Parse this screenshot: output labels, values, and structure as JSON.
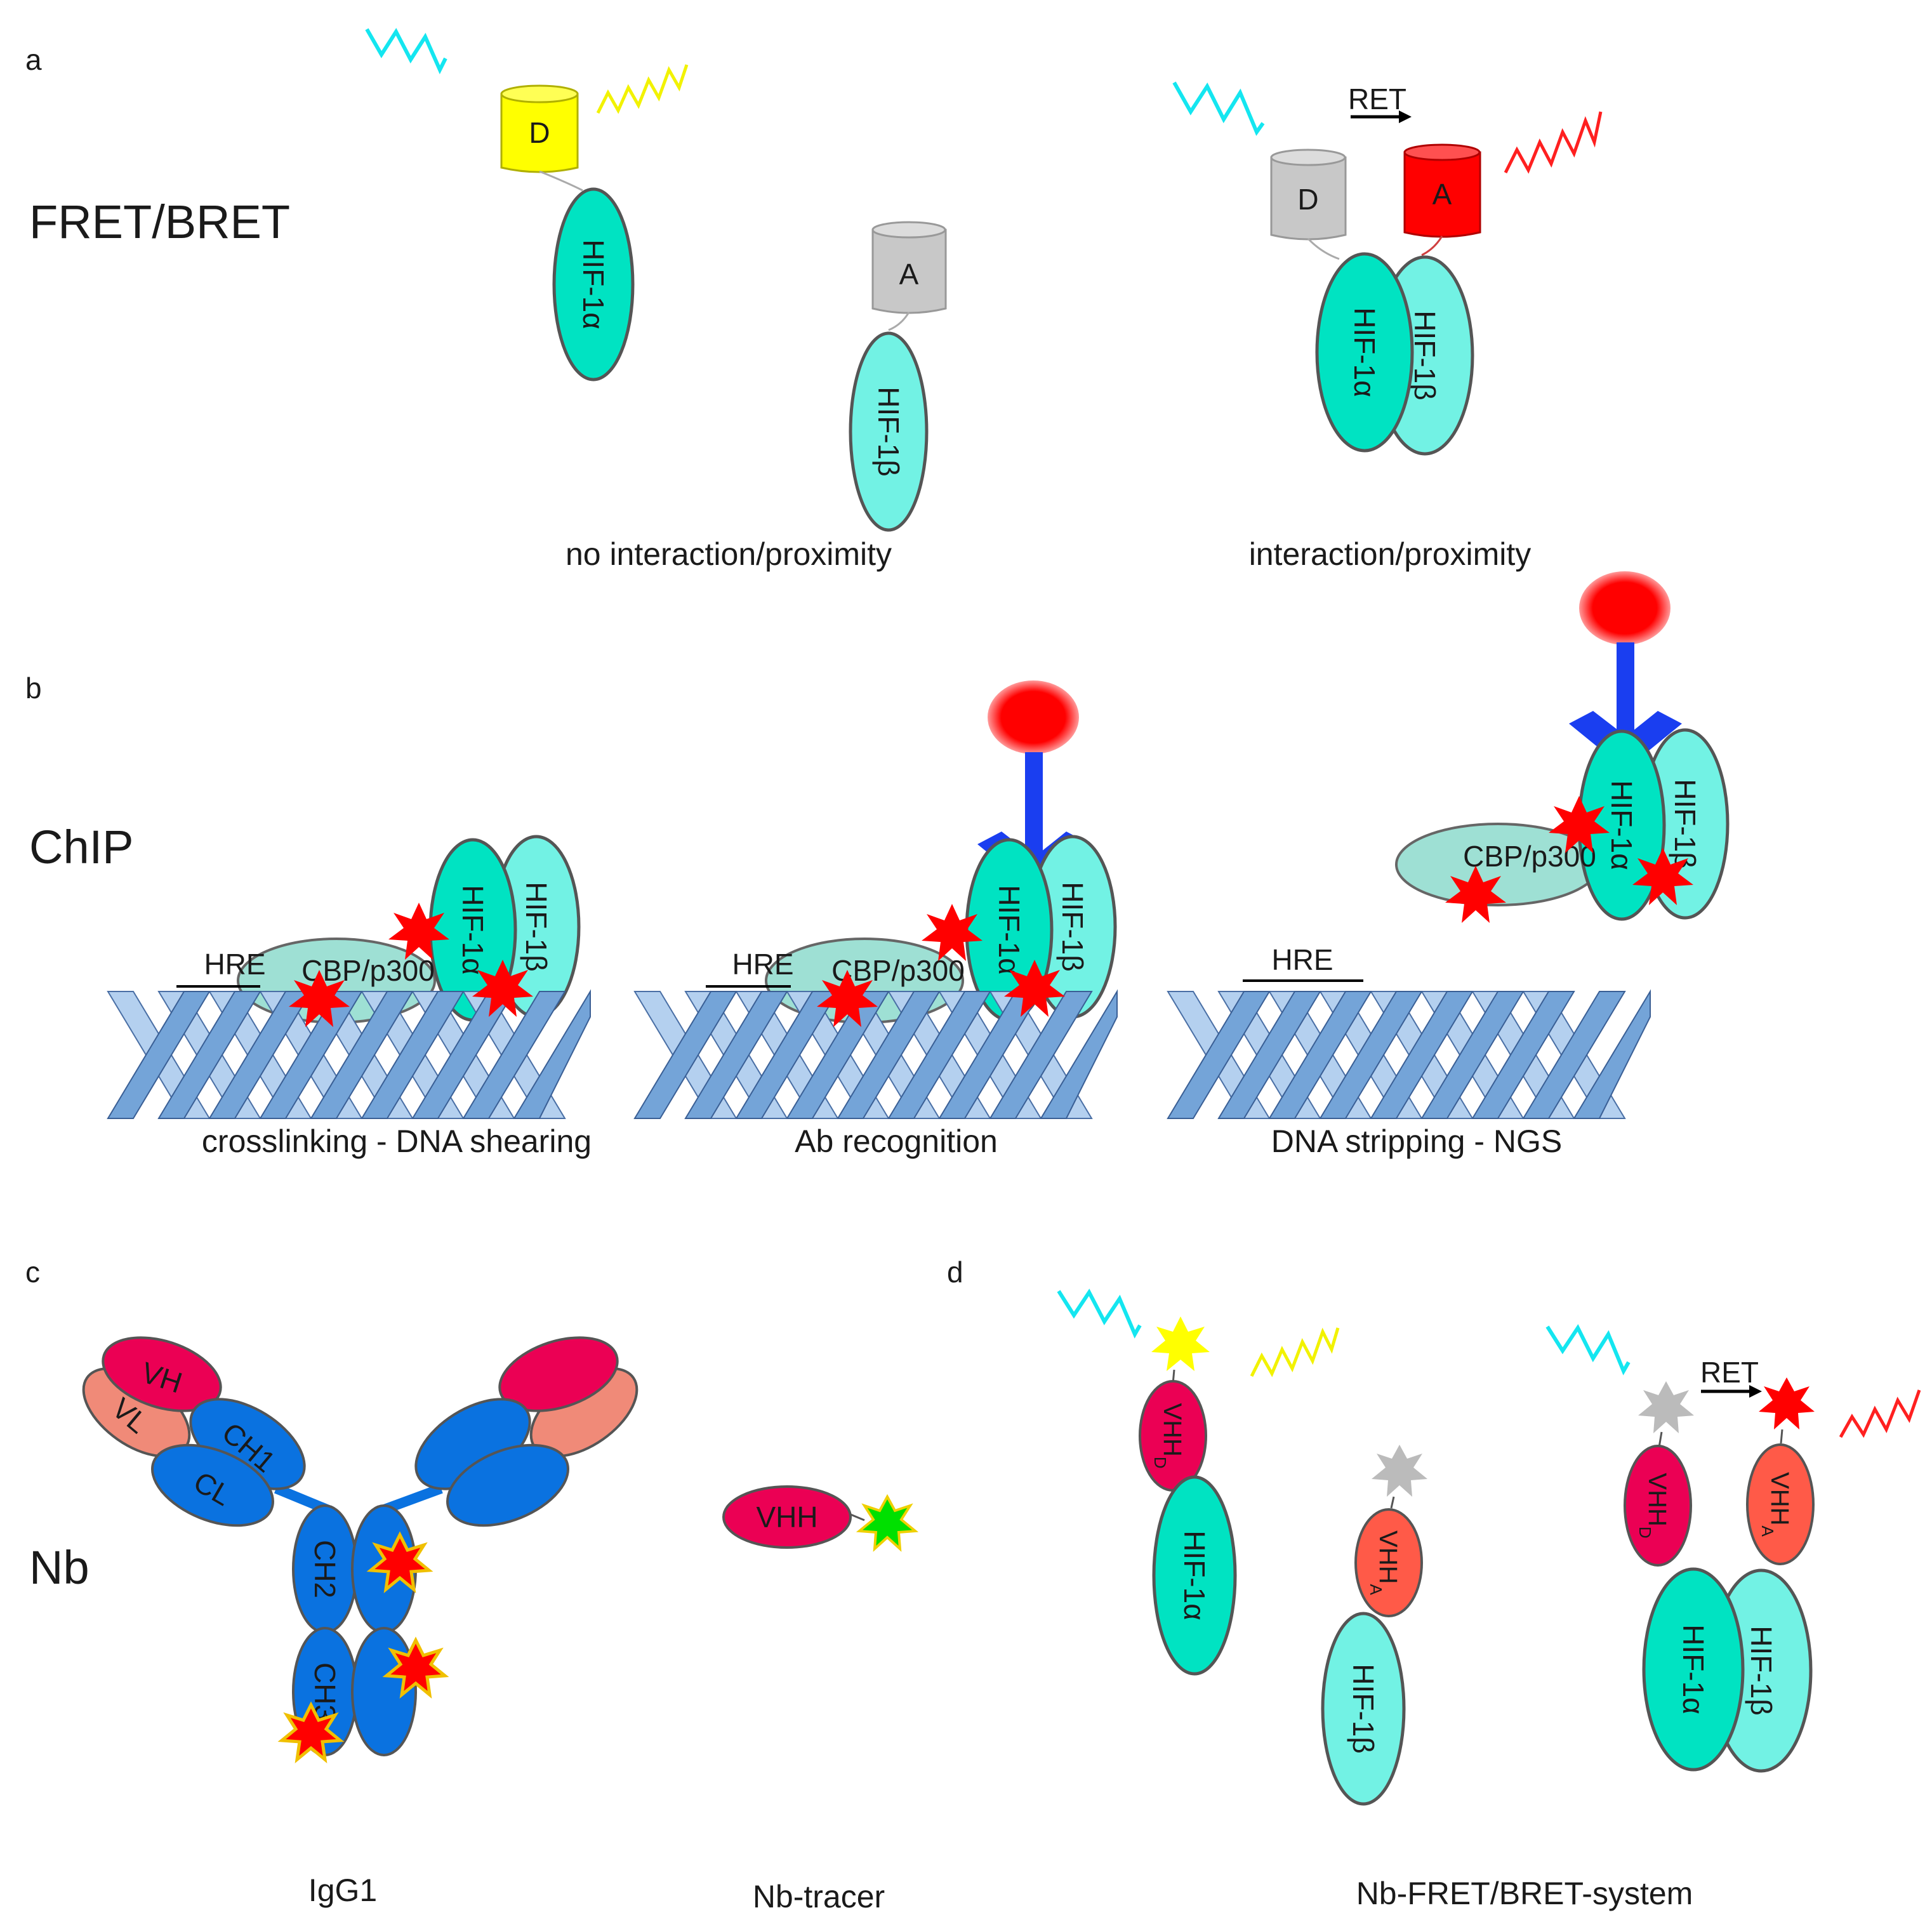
{
  "panels": {
    "a": {
      "letter": "a",
      "title": "FRET/BRET",
      "donor": "D",
      "acceptor": "A",
      "hif1a": "HIF-1α",
      "hif1b": "HIF-1β",
      "ret": "RET",
      "caption_left": "no interaction/proximity",
      "caption_right": "interaction/proximity"
    },
    "b": {
      "letter": "b",
      "title": "ChIP",
      "hre": "HRE",
      "cbp": "CBP/p300",
      "hif1a": "HIF-1α",
      "hif1b": "HIF-1β",
      "caption_1": "crosslinking - DNA shearing",
      "caption_2": "Ab recognition",
      "caption_3": "DNA stripping - NGS"
    },
    "c": {
      "letter": "c",
      "title": "Nb",
      "vh": "VH",
      "vl": "VL",
      "ch1": "CH1",
      "cl": "CL",
      "ch2": "CH2",
      "ch3": "CH3",
      "vhh": "VHH",
      "caption_igg": "IgG1",
      "caption_nb": "Nb-tracer"
    },
    "d": {
      "letter": "d",
      "vhh_base": "VHH",
      "sub_d": "D",
      "sub_a": "A",
      "hif1a": "HIF-1α",
      "hif1b": "HIF-1β",
      "ret": "RET",
      "caption": "Nb-FRET/BRET-system"
    }
  },
  "colors": {
    "hif1a": "#00e3c2",
    "hif1b": "#72f2e4",
    "donor_yellow": "#ffff00",
    "acceptor_red": "#ff0000",
    "inactive_gray": "#c8c8c8",
    "light_cyan": "#14e6f0",
    "light_yellow": "#f2f200",
    "light_red": "#ff2020",
    "cbp": "#9ee0d4",
    "dna_front": "#74a4d8",
    "dna_back": "#b4d0ef",
    "antibody_blue": "#1a3ef0",
    "antibody_bead": "#ff0000",
    "igg_blue": "#0a72e0",
    "vh_crimson": "#eb0054",
    "vl_salmon": "#f08a78",
    "vhha_coral": "#ff5a48",
    "star_red": "#ff0000",
    "star_green": "#00e000"
  }
}
